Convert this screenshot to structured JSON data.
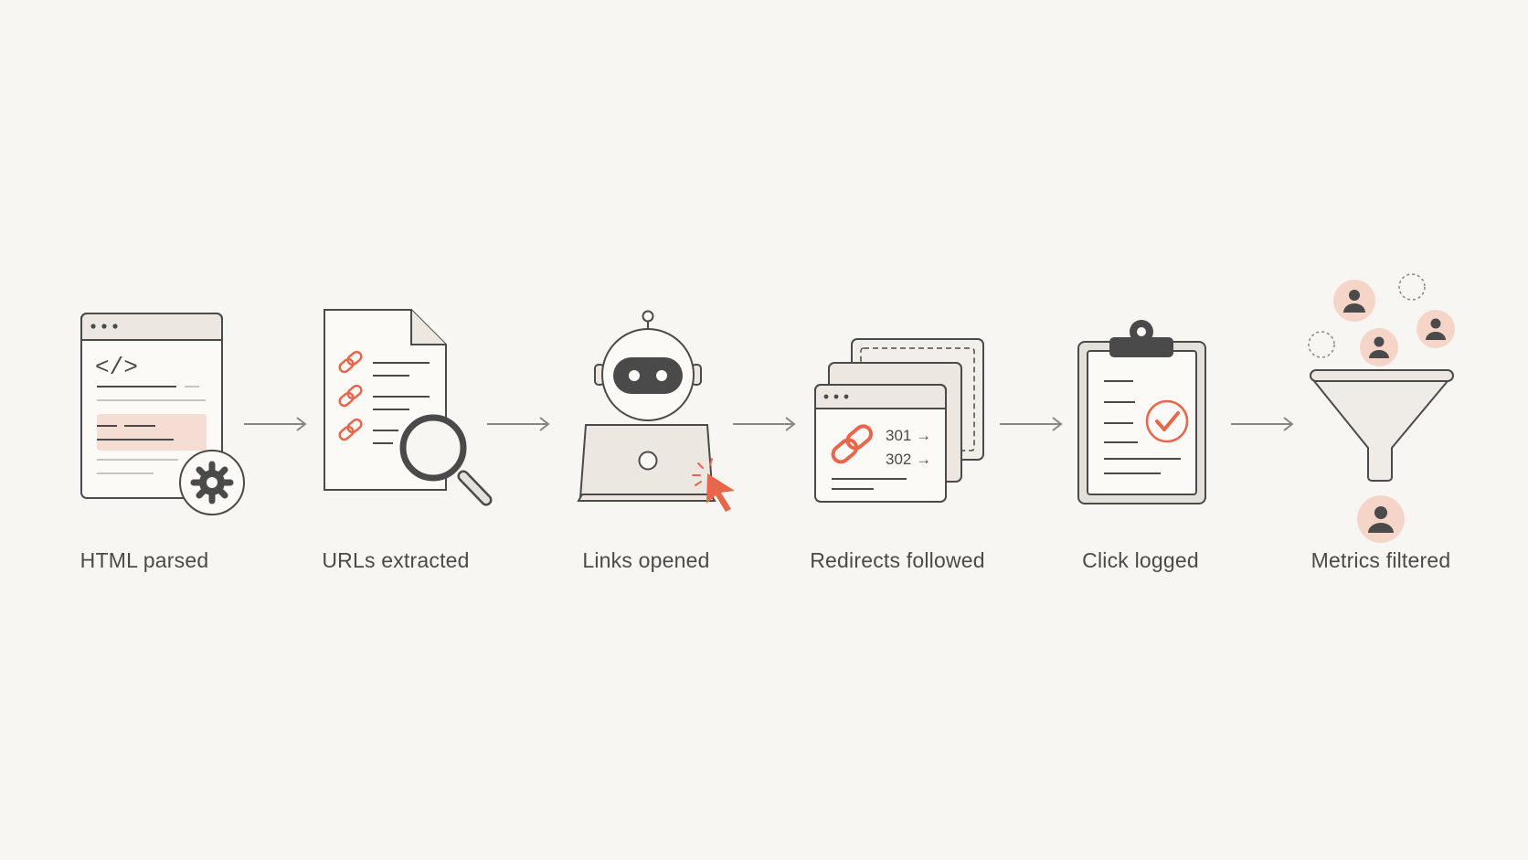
{
  "colors": {
    "background": "#f8f6f2",
    "stroke": "#4a4a4a",
    "accent": "#e8664a",
    "accent_soft": "#f6d5c9",
    "panel": "#ece8e1",
    "panel_light": "#f2efea"
  },
  "steps": [
    {
      "label": "HTML parsed",
      "icon": "html-code-gear-icon"
    },
    {
      "label": "URLs extracted",
      "icon": "document-magnifier-icon"
    },
    {
      "label": "Links opened",
      "icon": "robot-laptop-click-icon"
    },
    {
      "label": "Redirects followed",
      "icon": "stacked-windows-redirect-icon"
    },
    {
      "label": "Click logged",
      "icon": "clipboard-check-icon"
    },
    {
      "label": "Metrics filtered",
      "icon": "funnel-users-icon"
    }
  ],
  "code_glyph": "</>",
  "redirect_codes": [
    "301 →",
    "302 →"
  ]
}
